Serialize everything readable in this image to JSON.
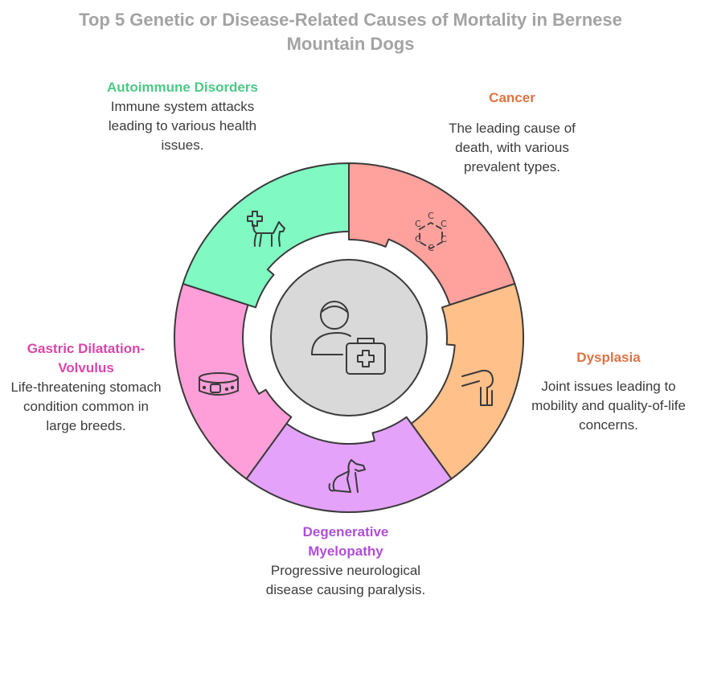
{
  "title": "Top 5 Genetic or Disease-Related Causes of Mortality in Bernese Mountain Dogs",
  "colors": {
    "autoimmune_fill": "#80f9c3",
    "autoimmune_text": "#4dc885",
    "cancer_fill": "#ffa19c",
    "cancer_text": "#dd7445",
    "dysplasia_fill": "#ffc08a",
    "dysplasia_text": "#dd7445",
    "dm_fill": "#e4a2fb",
    "dm_text": "#b04ed6",
    "gdv_fill": "#ff9fd9",
    "gdv_text": "#d946a8",
    "center_fill": "#d9d9d9",
    "outline": "#3a3a3a"
  },
  "segments": {
    "autoimmune": {
      "title": "Autoimmune Disorders",
      "description": "Immune system attacks leading to various health issues.",
      "icon": "dog-with-health-cross-icon"
    },
    "cancer": {
      "title": "Cancer",
      "description": "The leading cause of death, with various prevalent types.",
      "icon": "cell-hexagon-icon"
    },
    "dysplasia": {
      "title": "Dysplasia",
      "description": "Joint issues leading to mobility and quality-of-life concerns.",
      "icon": "knee-joint-icon"
    },
    "degenerative_myelopathy": {
      "title": "Degenerative Myelopathy",
      "description": "Progressive neurological disease causing paralysis.",
      "icon": "sitting-dog-icon"
    },
    "gdv": {
      "title": "Gastric Dilatation-Volvulus",
      "description": "Life-threatening stomach condition common in large breeds.",
      "icon": "dog-collar-icon"
    }
  },
  "center": {
    "icon": "veterinarian-with-medical-kit-icon"
  }
}
